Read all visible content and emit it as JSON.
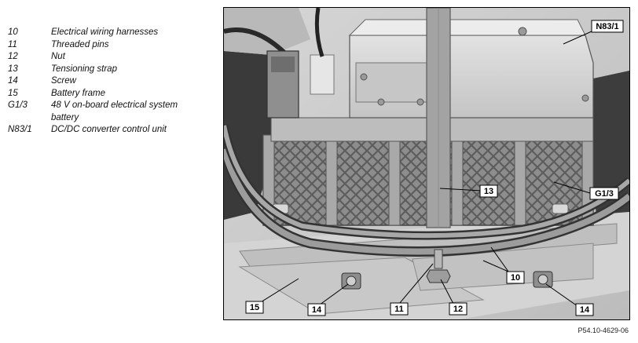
{
  "legend": [
    {
      "key": "10",
      "text": "Electrical wiring harnesses"
    },
    {
      "key": "11",
      "text": "Threaded pins"
    },
    {
      "key": "12",
      "text": "Nut"
    },
    {
      "key": "13",
      "text": "Tensioning strap"
    },
    {
      "key": "14",
      "text": "Screw"
    },
    {
      "key": "15",
      "text": "Battery frame"
    },
    {
      "key": "G1/3",
      "text": "48 V on-board electrical system battery"
    },
    {
      "key": "N83/1",
      "text": "DC/DC converter control unit"
    }
  ],
  "callouts": {
    "n83_1": "N83/1",
    "g1_3": "G1/3",
    "c13": "13",
    "c10": "10",
    "c11": "11",
    "c12": "12",
    "c14_left": "14",
    "c14_right": "14",
    "c15": "15"
  },
  "reference_code": "P54.10-4629-06"
}
